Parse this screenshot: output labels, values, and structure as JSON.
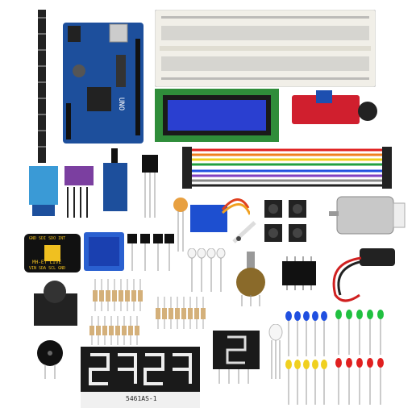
{
  "board": {
    "label": "UNO"
  },
  "sensor_board": {
    "label": "MH-ET LIVE"
  },
  "sensor_pins": {
    "label": "GND SDI SDO INT"
  },
  "sensor_pins2": {
    "label": "VIN SDA SCL GND"
  },
  "display_4digit": {
    "label": "5461AS-1"
  },
  "colors": {
    "board_blue": "#1d4f9c",
    "lcd_blue": "#2a3fd0",
    "led_red": "#e02020",
    "led_green": "#20c040",
    "led_blue": "#2050e0",
    "led_yellow": "#f0d020"
  }
}
